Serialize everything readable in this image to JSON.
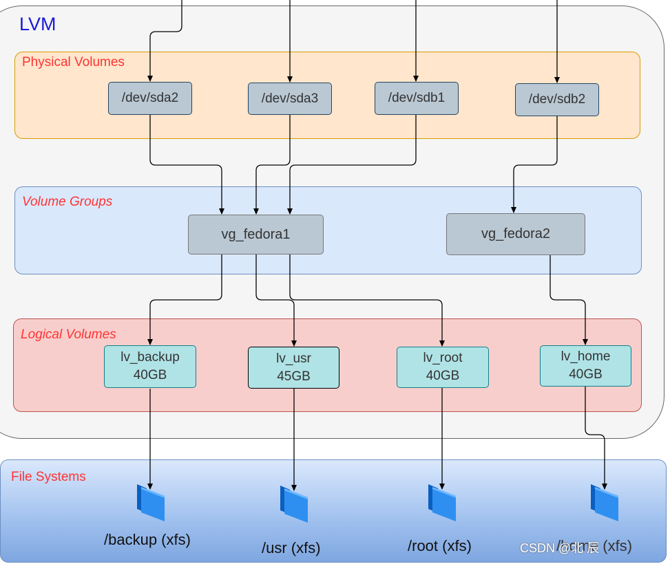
{
  "lvm": {
    "title": "LVM"
  },
  "bands": {
    "physical_volumes": "Physical Volumes",
    "volume_groups": "Volume Groups",
    "logical_volumes": "Logical Volumes",
    "file_systems": "File Systems"
  },
  "physical_volumes": [
    "/dev/sda2",
    "/dev/sda3",
    "/dev/sdb1",
    "/dev/sdb2"
  ],
  "volume_groups": [
    "vg_fedora1",
    "vg_fedora2"
  ],
  "logical_volumes": [
    {
      "name": "lv_backup",
      "size": "40GB"
    },
    {
      "name": "lv_usr",
      "size": "45GB"
    },
    {
      "name": "lv_root",
      "size": "40GB"
    },
    {
      "name": "lv_home",
      "size": "40GB"
    }
  ],
  "file_systems": [
    "/backup (xfs)",
    "/usr (xfs)",
    "/root (xfs)",
    "/home (xfs)"
  ],
  "icons": {
    "folder": "folder-icon"
  },
  "colors": {
    "lvm_title": "#1a1adb",
    "band_label": "#ff3333",
    "pv_band": "#ffe6cc",
    "vg_band": "#dae8fc",
    "lv_band": "#f8cecc",
    "node_gray": "#bac8d3",
    "node_teal": "#b0e3e6",
    "folder_blue": "#1e7fe0"
  },
  "watermark": "CSDN @北 辰"
}
